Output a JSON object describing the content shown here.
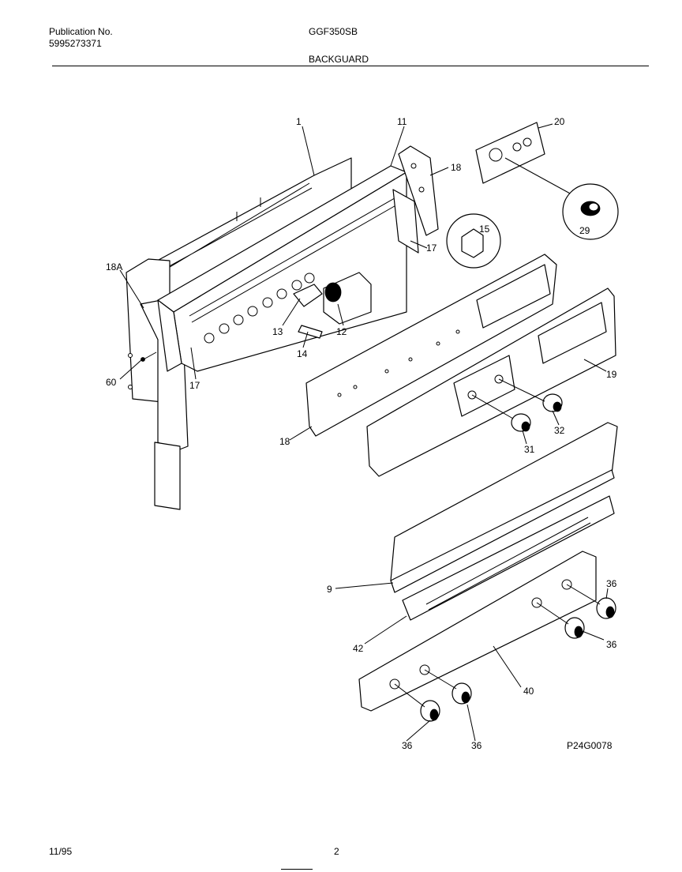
{
  "header": {
    "publication_label": "Publication No.",
    "publication_number": "5995273371",
    "model": "GGF350SB",
    "section_title": "BACKGUARD"
  },
  "diagram": {
    "callouts": {
      "c1": "1",
      "c11": "11",
      "c20": "20",
      "c18a_top": "18",
      "c29": "29",
      "c15": "15",
      "c17_right": "17",
      "c18A": "18A",
      "c13": "13",
      "c12": "12",
      "c14": "14",
      "c60": "60",
      "c17_left": "17",
      "c19": "19",
      "c32": "32",
      "c31": "31",
      "c18_panel": "18",
      "c9": "9",
      "c42": "42",
      "c36_a": "36",
      "c36_b": "36",
      "c40": "40",
      "c36_c": "36",
      "c36_d": "36"
    },
    "drawing_code": "P24G0078"
  },
  "footer": {
    "date": "11/95",
    "page": "2"
  }
}
